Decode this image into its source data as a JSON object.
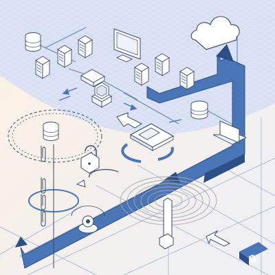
{
  "diagram": {
    "badge": {
      "label": "B"
    },
    "nodes": [
      {
        "kind": "database-server"
      },
      {
        "kind": "server-tower"
      },
      {
        "kind": "server-tower"
      },
      {
        "kind": "server-tower"
      },
      {
        "kind": "server-tower"
      },
      {
        "kind": "router"
      },
      {
        "kind": "monitor"
      },
      {
        "kind": "cloud"
      },
      {
        "kind": "server-tower"
      },
      {
        "kind": "server-tower"
      },
      {
        "kind": "server-tower"
      },
      {
        "kind": "workstation"
      },
      {
        "kind": "disk-stack"
      },
      {
        "kind": "laptop"
      },
      {
        "kind": "floppy-disk"
      },
      {
        "kind": "database"
      },
      {
        "kind": "padlock"
      },
      {
        "kind": "webcam"
      },
      {
        "kind": "antenna"
      },
      {
        "kind": "paperclips"
      }
    ]
  },
  "colors": {
    "background": "#fbf3ea",
    "backdrop_blue": "#dbe3f5",
    "ribbon": "#4a76b8",
    "ribbon_dark": "#2c4f86",
    "line": "#6b86b8",
    "outline": "#3a4a63"
  }
}
